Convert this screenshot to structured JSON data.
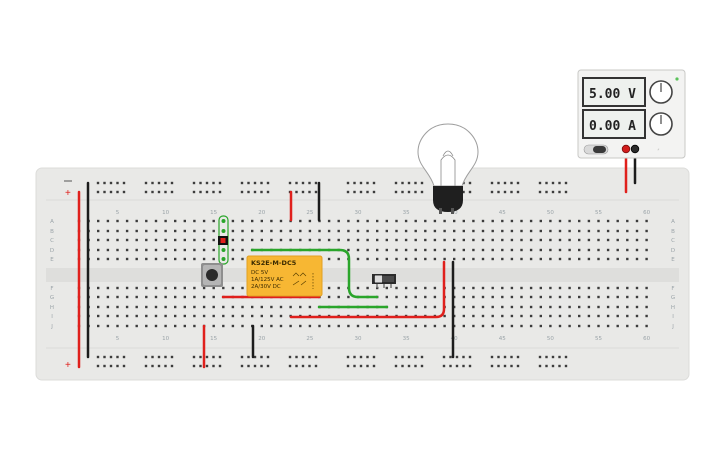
{
  "power_supply": {
    "voltage": "5.00 V",
    "current": "0.00 A",
    "knob_labels": [
      "",
      "",
      "",
      ""
    ]
  },
  "relay": {
    "model": "KS2E-M-DC5",
    "coil": "DC 5V",
    "rating_ac": "1A/125V AC",
    "rating_dc": "2A/30V DC"
  },
  "breadboard": {
    "row_labels_top": [
      "A",
      "B",
      "C",
      "D",
      "E"
    ],
    "row_labels_bottom": [
      "F",
      "G",
      "H",
      "I",
      "J"
    ],
    "column_numbers": [
      "5",
      "10",
      "15",
      "20",
      "25",
      "30",
      "35",
      "40",
      "45",
      "50",
      "55",
      "60"
    ],
    "rail_plus": "+",
    "rail_minus": "−"
  },
  "colors": {
    "wire_red": "#e0201c",
    "wire_black": "#1c1c1c",
    "wire_green": "#2aa52a",
    "board": "#e9e9e7",
    "relay": "#f7b733",
    "psu_display": "#eef1ee"
  }
}
